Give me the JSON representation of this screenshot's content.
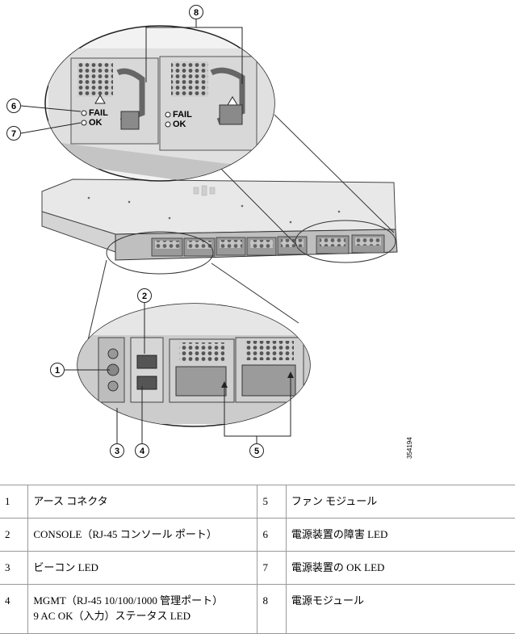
{
  "figure": {
    "id": "354194",
    "callouts": [
      "1",
      "2",
      "3",
      "4",
      "5",
      "6",
      "7",
      "8"
    ],
    "labels": {
      "fail": "FAIL",
      "ok": "OK"
    }
  },
  "legend": {
    "rows": [
      {
        "n1": "1",
        "d1": "アース コネクタ",
        "n2": "5",
        "d2": "ファン モジュール"
      },
      {
        "n1": "2",
        "d1": "CONSOLE（RJ-45 コンソール ポート）",
        "n2": "6",
        "d2": "電源装置の障害 LED"
      },
      {
        "n1": "3",
        "d1": "ビーコン LED",
        "n2": "7",
        "d2": "電源装置の OK LED"
      },
      {
        "n1": "4",
        "d1": "MGMT（RJ-45 10/100/1000 管理ポート）",
        "d1b": "9 AC OK（入力）ステータス LED",
        "n2": "8",
        "d2": "電源モジュール"
      }
    ]
  }
}
